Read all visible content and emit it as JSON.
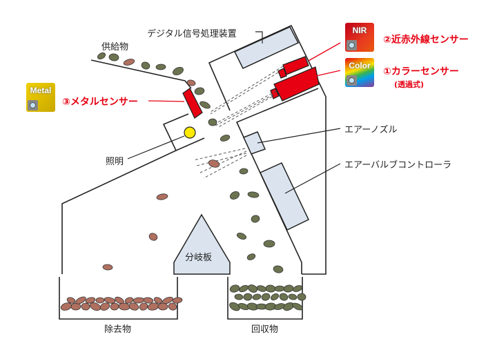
{
  "labels": {
    "signal_processor": "デジタル信号処理装置",
    "feed": "供給物",
    "lighting": "照明",
    "air_nozzle": "エアーノズル",
    "air_valve_controller": "エアーバルブコントローラ",
    "splitter": "分岐板",
    "rejected": "除去物",
    "recovered": "回収物"
  },
  "sensors": {
    "nir": {
      "label": "②近赤外線センサー",
      "icon_text": "NIR"
    },
    "color": {
      "label": "①カラーセンサー",
      "note": "(透過式)",
      "icon_text": "Color"
    },
    "metal": {
      "label": "③メタルセンサー",
      "icon_text": "Metal"
    }
  },
  "colors": {
    "accent_red": "#e60012",
    "panel": "#dbe4ee",
    "good": "#6b7350",
    "reject": "#b07060",
    "lamp": "#ffea00"
  }
}
